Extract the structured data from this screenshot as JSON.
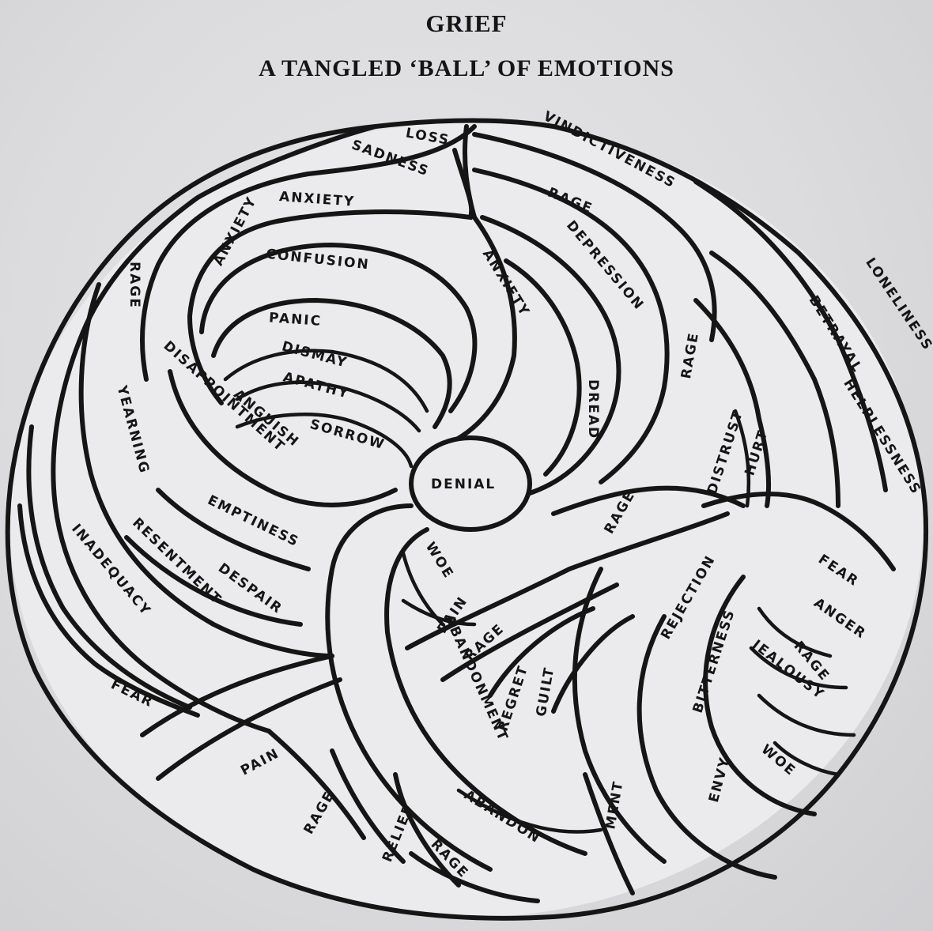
{
  "title": "GRIEF",
  "subtitle": "A TANGLED ‘BALL’ OF EMOTIONS",
  "center_label": "DENIAL",
  "strands": [
    "LOSS",
    "SADNESS",
    "VINDICTIVENESS",
    "ANXIETY",
    "ANXIETY",
    "RAGE",
    "CONFUSION",
    "ANXIETY",
    "DEPRESSION",
    "RAGE",
    "LONELINESS",
    "PANIC",
    "DISMAY",
    "APATHY",
    "SORROW",
    "DREAD",
    "RAGE",
    "BETRAYAL",
    "YEARNING",
    "DISAPPOINTMENT",
    "ANGUISH",
    "HELPLESSNESS",
    "DISTRUST",
    "HURT",
    "EMPTINESS",
    "RAGE",
    "WOE",
    "PAIN",
    "RAGE",
    "REJECTION",
    "INADEQUACY",
    "RESENTMENT",
    "DESPAIR",
    "FEAR",
    "ANGER",
    "ABANDONMENT",
    "REGRET",
    "GUILT",
    "BITTERNESS",
    "RAGE",
    "JEALOUSY",
    "FEAR",
    "PAIN",
    "ENVY",
    "WOE",
    "RAGE",
    "RELIEF",
    "ABANDON",
    "MENT",
    "RAGE"
  ]
}
